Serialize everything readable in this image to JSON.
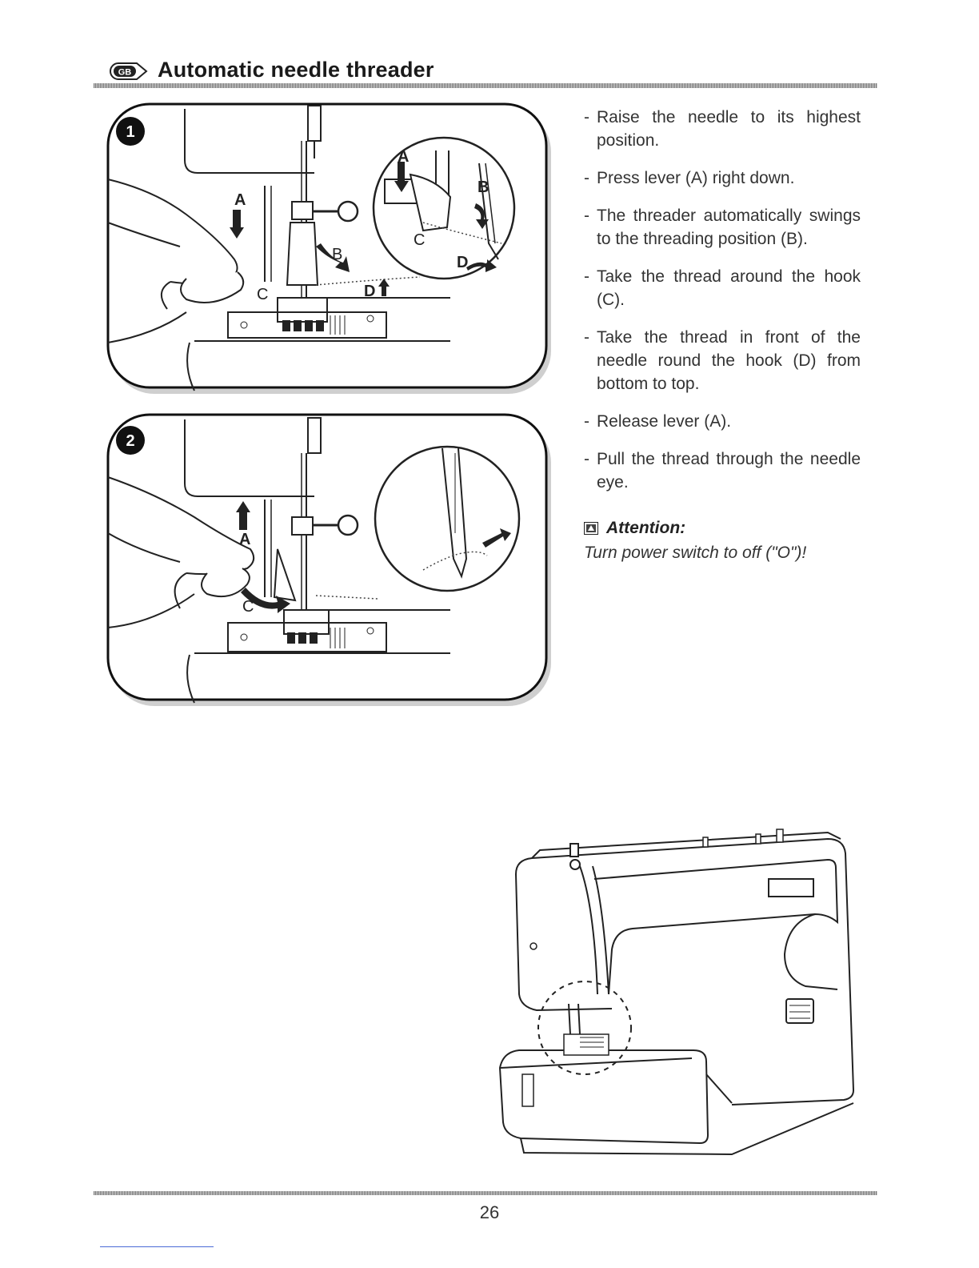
{
  "header": {
    "badge": "GB",
    "title": "Automatic needle threader"
  },
  "figures": {
    "panel1": {
      "number": "1",
      "labels": {
        "a": "A",
        "b": "B",
        "c": "C",
        "d": "D",
        "inset_a": "A",
        "inset_b": "B",
        "inset_c": "C",
        "inset_d": "D"
      }
    },
    "panel2": {
      "number": "2",
      "labels": {
        "a": "A",
        "c": "C"
      }
    }
  },
  "instructions": {
    "steps": [
      "Raise the needle to its highest position.",
      "Press lever (A) right down.",
      "The threader automatically swings to the threading position (B).",
      "Take the thread around the hook (C).",
      "Take the thread in front of the needle round the hook (D) from bottom to top.",
      "Release lever (A).",
      "Pull the thread through the needle eye."
    ],
    "attention": {
      "heading": "Attention:",
      "text": "Turn power switch to off (\"O\")!"
    }
  },
  "footer": {
    "page_number": "26"
  }
}
